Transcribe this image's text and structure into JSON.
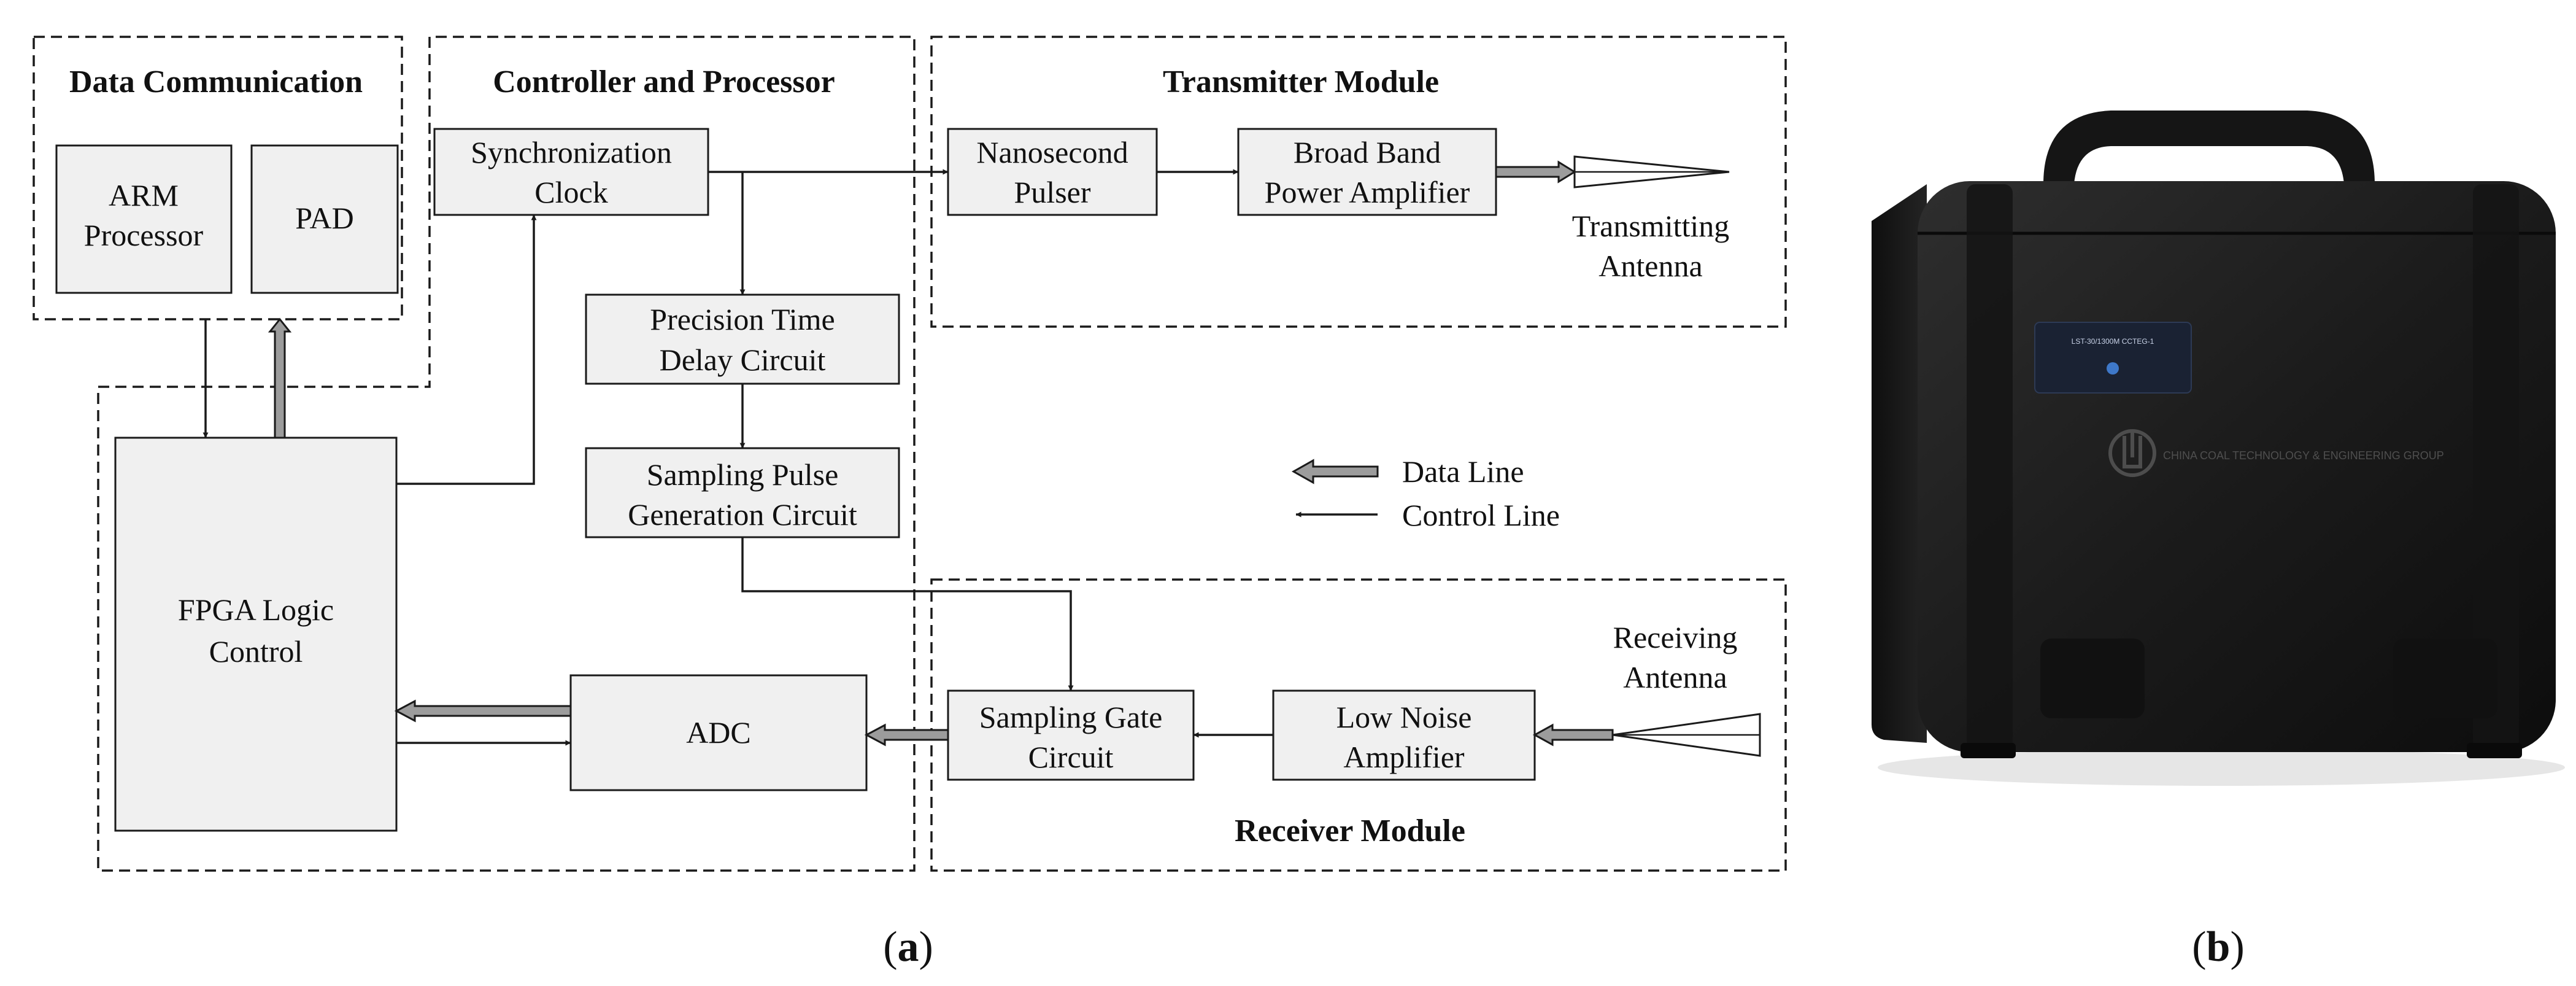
{
  "diagram": {
    "modules": {
      "data_communication": "Data Communication",
      "controller_processor": "Controller and Processor",
      "transmitter": "Transmitter Module",
      "receiver": "Receiver Module"
    },
    "blocks": {
      "arm": [
        "ARM",
        "Processor"
      ],
      "pad": "PAD",
      "sync_clock": [
        "Synchronization",
        "Clock"
      ],
      "precision_delay": [
        "Precision Time",
        "Delay Circuit"
      ],
      "sampling_pulse": [
        "Sampling Pulse",
        "Generation Circuit"
      ],
      "fpga": [
        "FPGA Logic",
        "Control"
      ],
      "adc": "ADC",
      "nanosecond_pulser": [
        "Nanosecond",
        "Pulser"
      ],
      "power_amplifier": [
        "Broad Band",
        "Power Amplifier"
      ],
      "sampling_gate": [
        "Sampling Gate",
        "Circuit"
      ],
      "low_noise_amp": [
        "Low Noise",
        "Amplifier"
      ]
    },
    "antennas": {
      "transmitting": [
        "Transmitting",
        "Antenna"
      ],
      "receiving": [
        "Receiving",
        "Antenna"
      ]
    },
    "legend": {
      "data_line": "Data Line",
      "control_line": "Control Line"
    }
  },
  "device_photo": {
    "label_line": "LST-30/1300M CCTEG-1",
    "brand_text": "CHINA COAL TECHNOLOGY & ENGINEERING GROUP"
  },
  "captions": {
    "a": {
      "open": "(",
      "letter": "a",
      "close": ")"
    },
    "b": {
      "open": "(",
      "letter": "b",
      "close": ")"
    }
  }
}
